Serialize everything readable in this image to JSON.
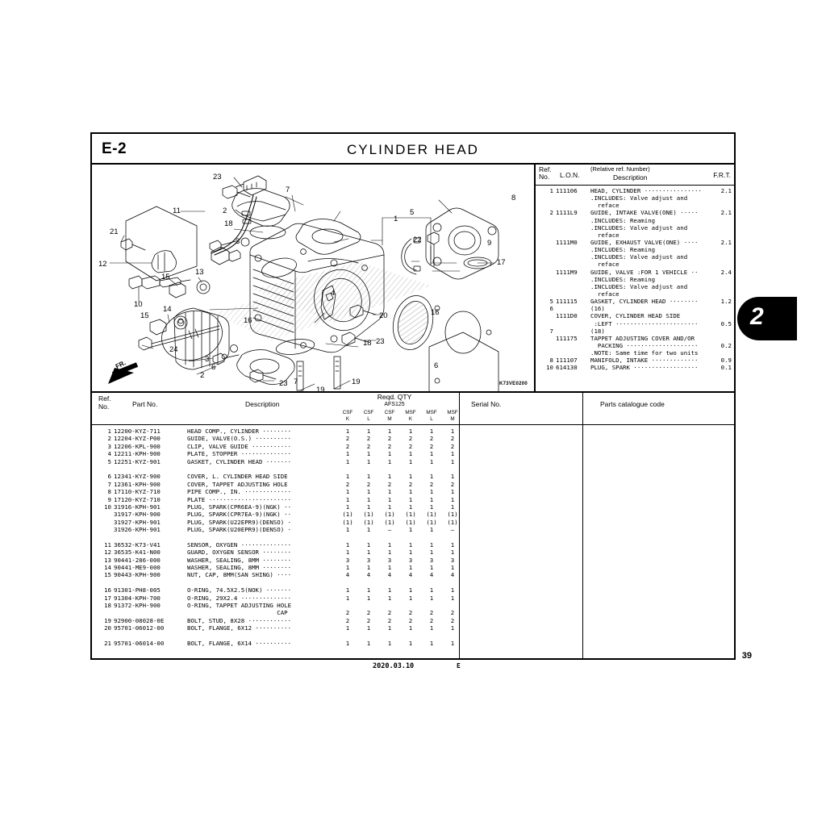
{
  "header": {
    "section_code": "E-2",
    "title": "CYLINDER  HEAD"
  },
  "figure": {
    "drawing_code": "K73VE0200",
    "front_marker": "FR.",
    "callouts": [
      "1",
      "2",
      "3",
      "4",
      "5",
      "6",
      "7",
      "8",
      "9",
      "10",
      "11",
      "12",
      "13",
      "14",
      "15",
      "16",
      "17",
      "18",
      "19",
      "20",
      "21",
      "22",
      "23",
      "24"
    ]
  },
  "lon_table": {
    "headers": {
      "ref_no": "Ref.\nNo.",
      "ref_no_line1": "Ref.",
      "ref_no_line2": "No.",
      "lon": "L.O.N.",
      "relative_ref": "(Relative ref. Number)",
      "description": "Description",
      "frt": "F.R.T."
    },
    "rows": [
      {
        "ref": "1",
        "lon": "111106",
        "desc": "HEAD, CYLINDER ················",
        "frt": "2.1"
      },
      {
        "ref": "",
        "lon": "",
        "desc": ".INCLUDES: Valve adjust and",
        "frt": ""
      },
      {
        "ref": "",
        "lon": "",
        "desc": "  reface",
        "frt": ""
      },
      {
        "ref": "2",
        "lon": "1111L9",
        "desc": "GUIDE, INTAKE VALVE(ONE) ·····",
        "frt": "2.1"
      },
      {
        "ref": "",
        "lon": "",
        "desc": ".INCLUDES: Reaming",
        "frt": ""
      },
      {
        "ref": "",
        "lon": "",
        "desc": ".INCLUDES: Valve adjust and",
        "frt": ""
      },
      {
        "ref": "",
        "lon": "",
        "desc": "  reface",
        "frt": ""
      },
      {
        "ref": "",
        "lon": "1111M0",
        "desc": "GUIDE, EXHAUST VALVE(ONE) ····",
        "frt": "2.1"
      },
      {
        "ref": "",
        "lon": "",
        "desc": ".INCLUDES: Reaming",
        "frt": ""
      },
      {
        "ref": "",
        "lon": "",
        "desc": ".INCLUDES: Valve adjust and",
        "frt": ""
      },
      {
        "ref": "",
        "lon": "",
        "desc": "  reface",
        "frt": ""
      },
      {
        "ref": "",
        "lon": "1111M9",
        "desc": "GUIDE, VALVE :FOR 1 VEHICLE ··",
        "frt": "2.4"
      },
      {
        "ref": "",
        "lon": "",
        "desc": ".INCLUDES: Reaming",
        "frt": ""
      },
      {
        "ref": "",
        "lon": "",
        "desc": ".INCLUDES: Valve adjust and",
        "frt": ""
      },
      {
        "ref": "",
        "lon": "",
        "desc": "  reface",
        "frt": ""
      },
      {
        "ref": "5",
        "lon": "111115",
        "desc": "GASKET, CYLINDER HEAD ········",
        "frt": "1.2"
      },
      {
        "ref": "6",
        "lon": "",
        "desc": "(16)",
        "frt": ""
      },
      {
        "ref": "",
        "lon": "1111D0",
        "desc": "COVER, CYLINDER HEAD SIDE",
        "frt": ""
      },
      {
        "ref": "",
        "lon": "",
        "desc": " :LEFT ·······················",
        "frt": "0.5"
      },
      {
        "ref": "7",
        "lon": "",
        "desc": "(18)",
        "frt": ""
      },
      {
        "ref": "",
        "lon": "111175",
        "desc": "TAPPET ADJUSTING COVER AND/OR",
        "frt": ""
      },
      {
        "ref": "",
        "lon": "",
        "desc": "  PACKING ····················",
        "frt": "0.2"
      },
      {
        "ref": "",
        "lon": "",
        "desc": ".NOTE: Same time for two units",
        "frt": ""
      },
      {
        "ref": "8",
        "lon": "111107",
        "desc": "MANIFOLD, INTAKE ·············",
        "frt": "0.9"
      },
      {
        "ref": "10",
        "lon": "614130",
        "desc": "PLUG, SPARK ··················",
        "frt": "0.1"
      }
    ]
  },
  "parts_table": {
    "headers": {
      "ref_no_line1": "Ref.",
      "ref_no_line2": "No.",
      "part_no": "Part  No.",
      "description": "Description",
      "reqd_qty": "Reqd.  QTY",
      "model": "AFS125",
      "qty_cols": [
        {
          "top": "CSF",
          "bot": "K"
        },
        {
          "top": "CSF",
          "bot": "L"
        },
        {
          "top": "CSF",
          "bot": "M"
        },
        {
          "top": "MSF",
          "bot": "K"
        },
        {
          "top": "MSF",
          "bot": "L"
        },
        {
          "top": "MSF",
          "bot": "M"
        }
      ],
      "serial_no": "Serial No.",
      "parts_catalogue_code": "Parts  catalogue  code"
    },
    "rows": [
      {
        "ref": "1",
        "part": "12200-KYZ-711",
        "desc": "HEAD COMP., CYLINDER ········",
        "qty": [
          "1",
          "1",
          "1",
          "1",
          "1",
          "1"
        ]
      },
      {
        "ref": "2",
        "part": "12204-KYZ-P00",
        "desc": "GUIDE, VALVE(O.S.) ··········",
        "qty": [
          "2",
          "2",
          "2",
          "2",
          "2",
          "2"
        ]
      },
      {
        "ref": "3",
        "part": "12206-KPL-900",
        "desc": "CLIP, VALVE GUIDE ···········",
        "qty": [
          "2",
          "2",
          "2",
          "2",
          "2",
          "2"
        ]
      },
      {
        "ref": "4",
        "part": "12211-KPH-900",
        "desc": "PLATE, STOPPER ··············",
        "qty": [
          "1",
          "1",
          "1",
          "1",
          "1",
          "1"
        ]
      },
      {
        "ref": "5",
        "part": "12251-KYZ-901",
        "desc": "GASKET, CYLINDER HEAD ·······",
        "qty": [
          "1",
          "1",
          "1",
          "1",
          "1",
          "1"
        ]
      },
      {
        "spacer": true
      },
      {
        "ref": "6",
        "part": "12341-KYZ-900",
        "desc": "COVER, L. CYLINDER HEAD SIDE",
        "qty": [
          "1",
          "1",
          "1",
          "1",
          "1",
          "1"
        ]
      },
      {
        "ref": "7",
        "part": "12361-KPH-900",
        "desc": "COVER, TAPPET ADJUSTING HOLE",
        "qty": [
          "2",
          "2",
          "2",
          "2",
          "2",
          "2"
        ]
      },
      {
        "ref": "8",
        "part": "17110-KYZ-710",
        "desc": "PIPE COMP., IN. ·············",
        "qty": [
          "1",
          "1",
          "1",
          "1",
          "1",
          "1"
        ]
      },
      {
        "ref": "9",
        "part": "17120-KYZ-710",
        "desc": "PLATE ·······················",
        "qty": [
          "1",
          "1",
          "1",
          "1",
          "1",
          "1"
        ]
      },
      {
        "ref": "10",
        "part": "31916-KPH-901",
        "desc": "PLUG, SPARK(CPR6EA-9)(NGK) ··",
        "qty": [
          "1",
          "1",
          "1",
          "1",
          "1",
          "1"
        ]
      },
      {
        "ref": "",
        "part": "31917-KPH-900",
        "desc": "PLUG, SPARK(CPR7EA-9)(NGK) ··",
        "qty": [
          "(1)",
          "(1)",
          "(1)",
          "(1)",
          "(1)",
          "(1)"
        ]
      },
      {
        "ref": "",
        "part": "31927-KPH-901",
        "desc": "PLUG, SPARK(U22EPR9)(DENSO) ·",
        "qty": [
          "(1)",
          "(1)",
          "(1)",
          "(1)",
          "(1)",
          "(1)"
        ]
      },
      {
        "ref": "",
        "part": "31926-KPH-901",
        "desc": "PLUG, SPARK(U20EPR9)(DENSO) ·",
        "qty": [
          "1",
          "1",
          "–",
          "1",
          "1",
          "–"
        ]
      },
      {
        "spacer": true
      },
      {
        "ref": "11",
        "part": "36532-K73-V41",
        "desc": "SENSOR, OXYGEN ··············",
        "qty": [
          "1",
          "1",
          "1",
          "1",
          "1",
          "1"
        ]
      },
      {
        "ref": "12",
        "part": "36535-K41-N00",
        "desc": "GUARD, OXYGEN SENSOR ········",
        "qty": [
          "1",
          "1",
          "1",
          "1",
          "1",
          "1"
        ]
      },
      {
        "ref": "13",
        "part": "90441-286-000",
        "desc": "WASHER, SEALING, 8MM ········",
        "qty": [
          "3",
          "3",
          "3",
          "3",
          "3",
          "3"
        ]
      },
      {
        "ref": "14",
        "part": "90441-ME9-000",
        "desc": "WASHER, SEALING, 8MM ········",
        "qty": [
          "1",
          "1",
          "1",
          "1",
          "1",
          "1"
        ]
      },
      {
        "ref": "15",
        "part": "90443-KPH-900",
        "desc": "NUT, CAP, 8MM(SAN SHING) ····",
        "qty": [
          "4",
          "4",
          "4",
          "4",
          "4",
          "4"
        ]
      },
      {
        "spacer": true
      },
      {
        "ref": "16",
        "part": "91301-PH8-005",
        "desc": "O-RING, 74.5X2.5(NOK) ·······",
        "qty": [
          "1",
          "1",
          "1",
          "1",
          "1",
          "1"
        ]
      },
      {
        "ref": "17",
        "part": "91304-KPH-700",
        "desc": "O-RING, 29X2.4 ··············",
        "qty": [
          "1",
          "1",
          "1",
          "1",
          "1",
          "1"
        ]
      },
      {
        "ref": "18",
        "part": "91372-KPH-900",
        "desc": "O-RING, TAPPET ADJUSTING HOLE",
        "qty": [
          "",
          "",
          "",
          "",
          "",
          ""
        ]
      },
      {
        "ref": "",
        "part": "",
        "desc": "                         CAP",
        "qty": [
          "2",
          "2",
          "2",
          "2",
          "2",
          "2"
        ]
      },
      {
        "ref": "19",
        "part": "92900-08028-0E",
        "desc": "BOLT, STUD, 8X28 ············",
        "qty": [
          "2",
          "2",
          "2",
          "2",
          "2",
          "2"
        ]
      },
      {
        "ref": "20",
        "part": "95701-06012-00",
        "desc": "BOLT, FLANGE, 6X12 ··········",
        "qty": [
          "1",
          "1",
          "1",
          "1",
          "1",
          "1"
        ]
      },
      {
        "spacer": true
      },
      {
        "ref": "21",
        "part": "95701-06014-00",
        "desc": "BOLT, FLANGE, 6X14 ··········",
        "qty": [
          "1",
          "1",
          "1",
          "1",
          "1",
          "1"
        ]
      }
    ]
  },
  "footer": {
    "date": "2020.03.10",
    "edition": "E",
    "page_number": "39"
  },
  "index_tab": {
    "label": "2"
  }
}
